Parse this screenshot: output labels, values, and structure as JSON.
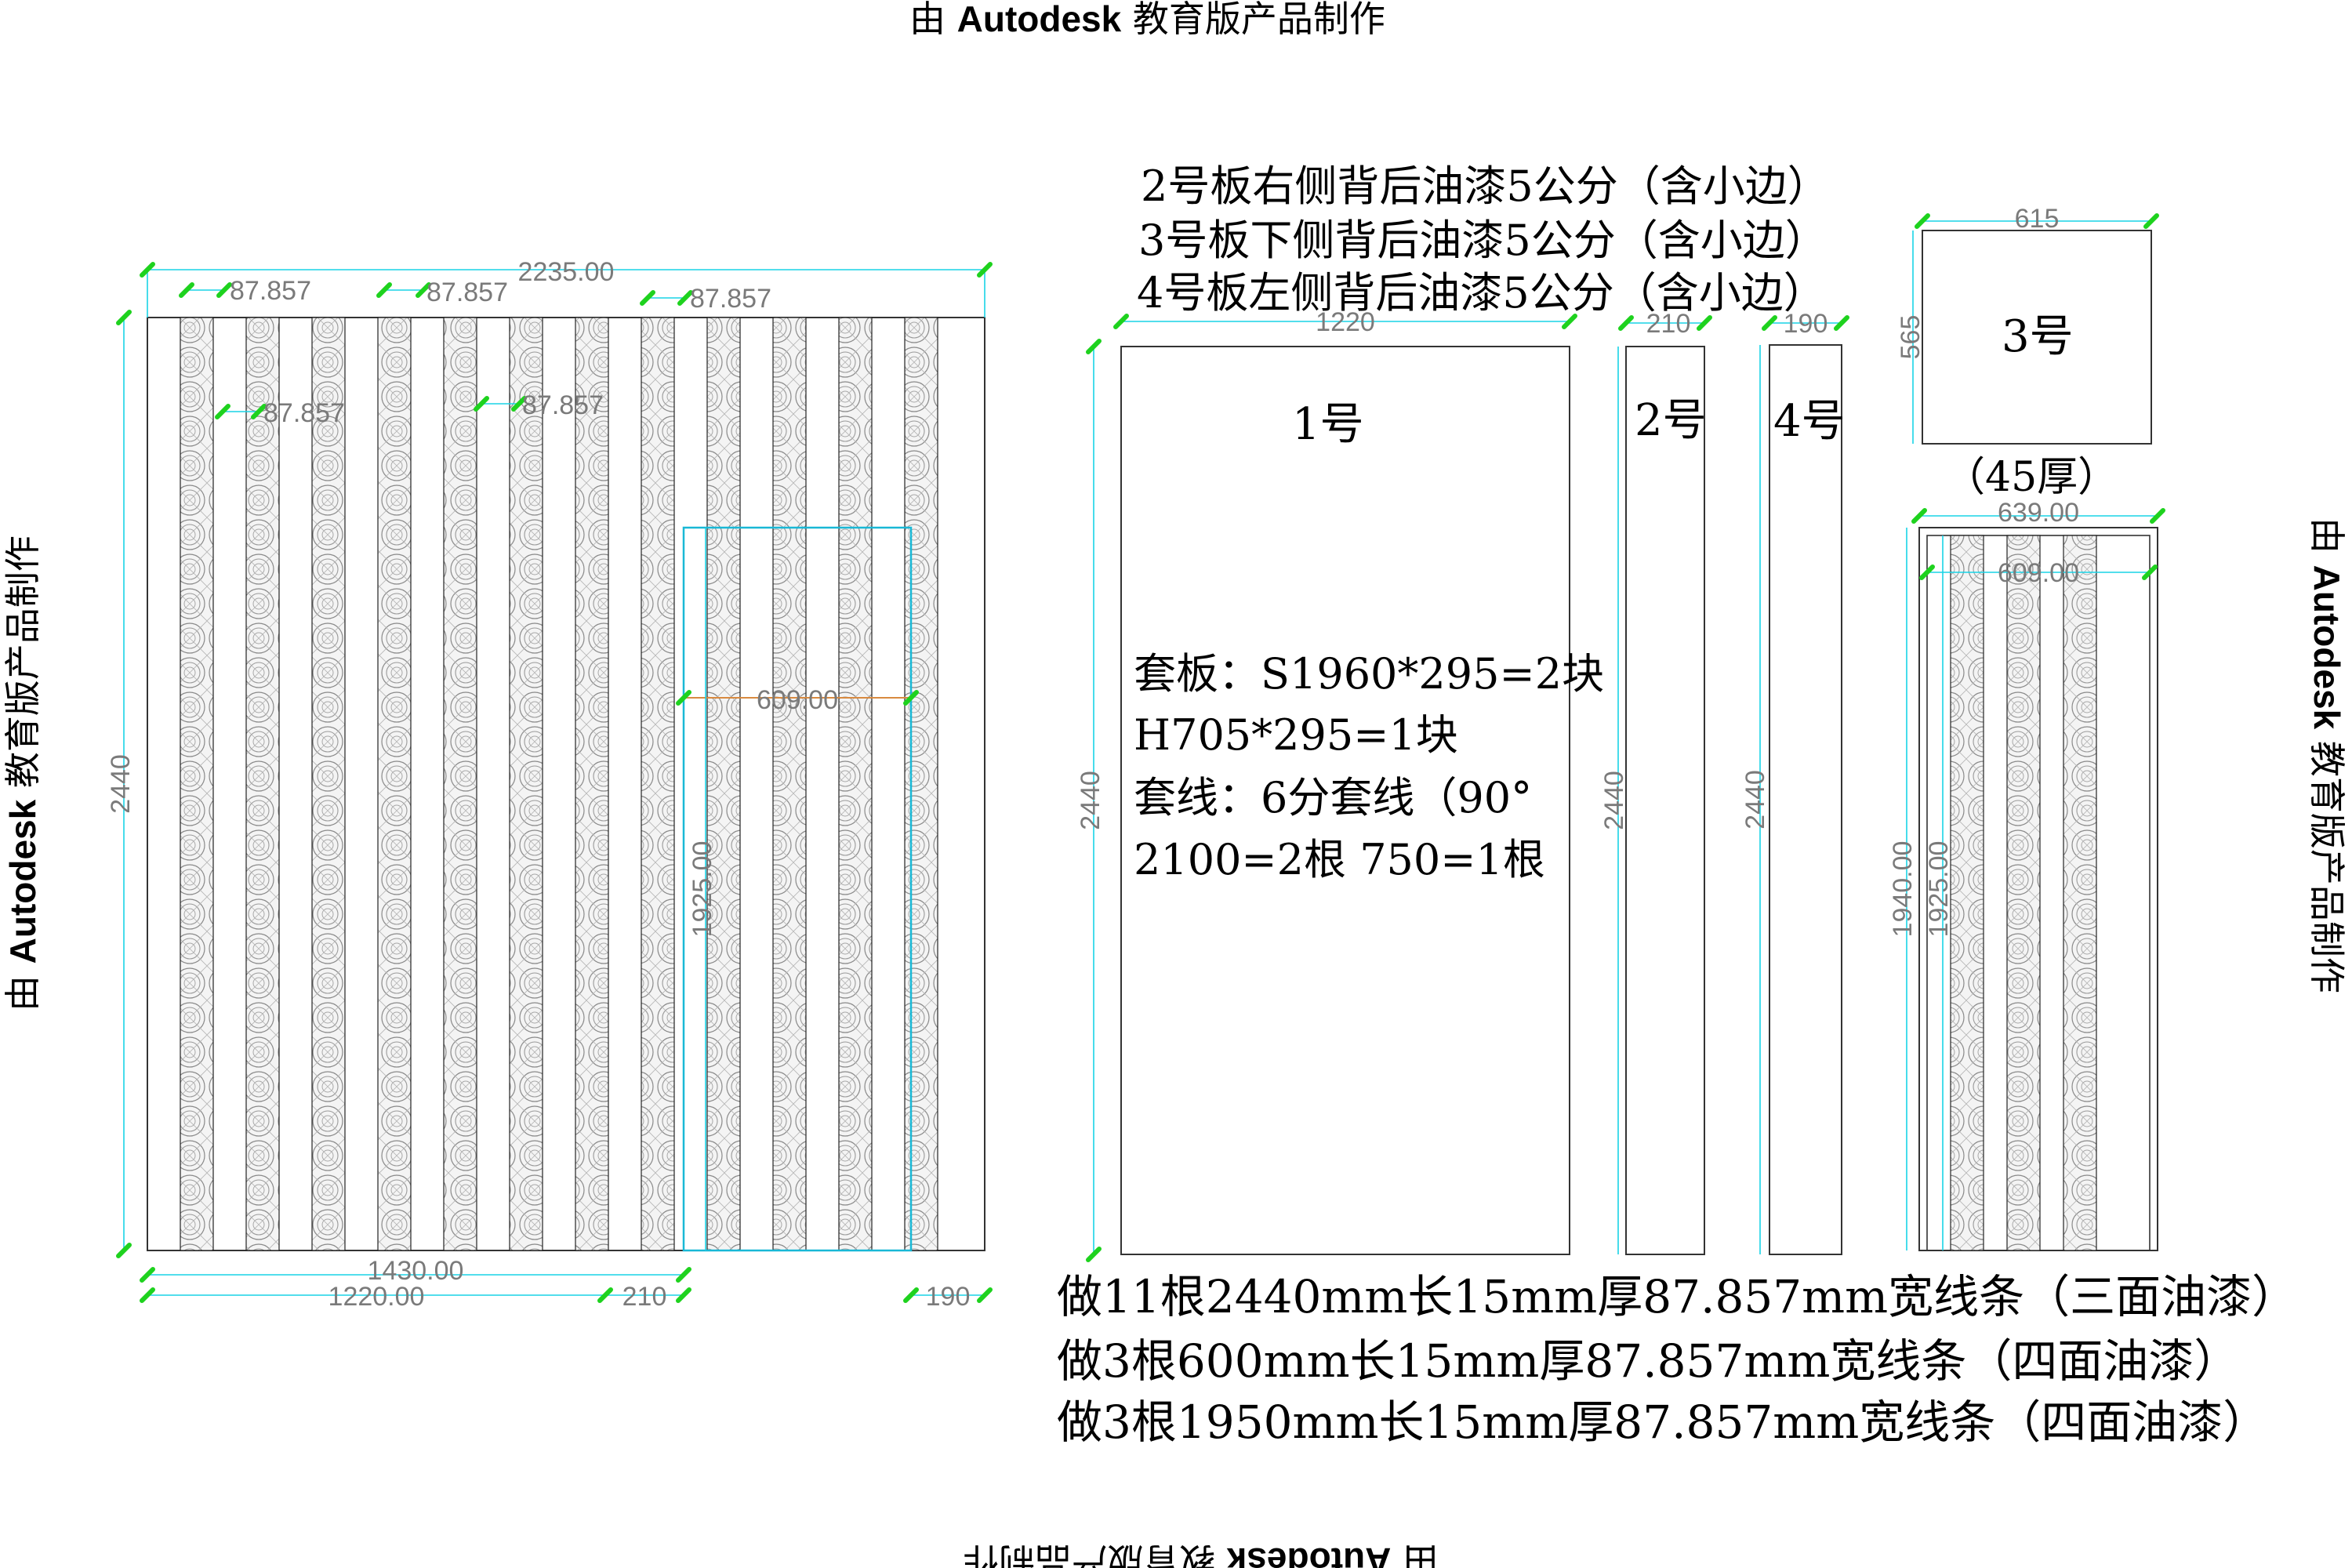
{
  "watermark": {
    "prefix": "由 ",
    "brand": "Autodesk",
    "suffix": " 教育版产品制作"
  },
  "left_panel": {
    "dims": {
      "overall_width": "2235.00",
      "height": "2440",
      "stripe_gap_1": "87.857",
      "stripe_gap_2": "87.857",
      "stripe_gap_3": "87.857",
      "stripe_gap_4": "87.857",
      "stripe_gap_5": "87.857",
      "door_width": "609.00",
      "door_height": "1925.00",
      "bottom_1430": "1430.00",
      "bottom_1220": "1220.00",
      "bottom_210": "210",
      "bottom_190": "190"
    }
  },
  "notes_top": [
    "2号板右侧背后油漆5公分（含小边）",
    "3号板下侧背后油漆5公分（含小边）",
    "4号板左侧背后油漆5公分（含小边）"
  ],
  "boards": {
    "board1": {
      "label": "1号",
      "width": "1220",
      "height": "2440"
    },
    "board2": {
      "label": "2号",
      "width": "210",
      "height": "2440"
    },
    "board4": {
      "label": "4号",
      "width": "190",
      "height": "2440"
    },
    "board3": {
      "label": "3号",
      "width": "615",
      "height": "565",
      "thickness": "（45厚）"
    }
  },
  "trim_notes": [
    "套板：S1960*295=2块",
    "H705*295=1块",
    "套线：6分套线（90°",
    "2100=2根 750=1根"
  ],
  "door_frame": {
    "outer_width": "639.00",
    "inner_width": "609.00",
    "outer_height": "1940.00",
    "inner_height": "1925.00"
  },
  "notes_bottom": [
    "做11根2440mm长15mm厚87.857mm宽线条（三面油漆）",
    "做3根600mm长15mm厚87.857mm宽线条（四面油漆）",
    "做3根1950mm长15mm厚87.857mm宽线条（四面油漆）"
  ]
}
